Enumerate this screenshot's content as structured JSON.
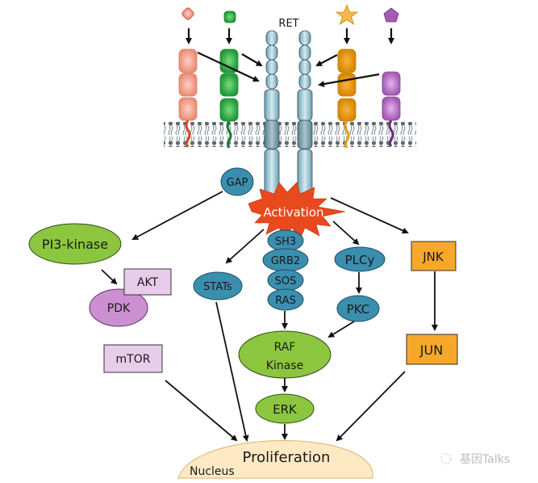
{
  "title": "RET signaling pathway",
  "receptor_label": "RET",
  "activation_label": "Activation",
  "nodes": {
    "gap": "GAP",
    "pi3k": "PI3-kinase",
    "akt": "AKT",
    "pdk": "PDK",
    "mtor": "mTOR",
    "stats": "STATs",
    "sh3": "SH3",
    "grb2": "GRB2",
    "sos": "SOS",
    "ras": "RAS",
    "raf_line1": "RAF",
    "raf_line2": "Kinase",
    "erk": "ERK",
    "plcy": "PLCy",
    "pkc": "PKC",
    "jnk": "JNK",
    "jun": "JUN",
    "proliferation": "Proliferation",
    "nucleus": "Nucleus"
  },
  "watermark": "基因Talks",
  "colors": {
    "teal": "#3a8fae",
    "green": "#8cc63f",
    "orange": "#f7a72a",
    "lavender": "#e8cdea",
    "pdk_purple": "#cc8fd2",
    "activation": "#e8491d",
    "nucleus": "#fde9c4",
    "receptor": "#9cc8d6"
  }
}
